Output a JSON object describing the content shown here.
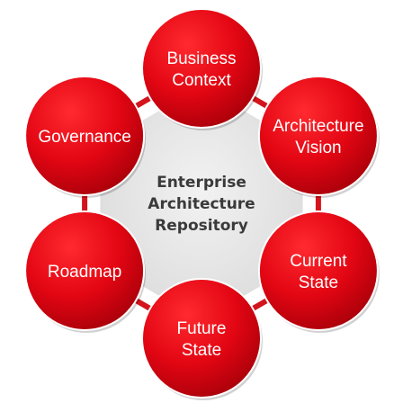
{
  "diagram": {
    "center": {
      "lines": [
        "Enterprise",
        "Architecture",
        "Repository"
      ]
    },
    "nodes": [
      {
        "id": "business-context",
        "lines": [
          "Business",
          "Context"
        ]
      },
      {
        "id": "architecture-vision",
        "lines": [
          "Architecture",
          "Vision"
        ]
      },
      {
        "id": "current-state",
        "lines": [
          "Current",
          "State"
        ]
      },
      {
        "id": "future-state",
        "lines": [
          "Future",
          "State"
        ]
      },
      {
        "id": "roadmap",
        "lines": [
          "Roadmap"
        ]
      },
      {
        "id": "governance",
        "lines": [
          "Governance"
        ]
      }
    ],
    "colors": {
      "node_fill": "#e30613",
      "node_dark": "#b0000a",
      "ring": "#d4141c",
      "center_fill": "#e6e6e6",
      "center_text": "#3a3a3a"
    }
  }
}
